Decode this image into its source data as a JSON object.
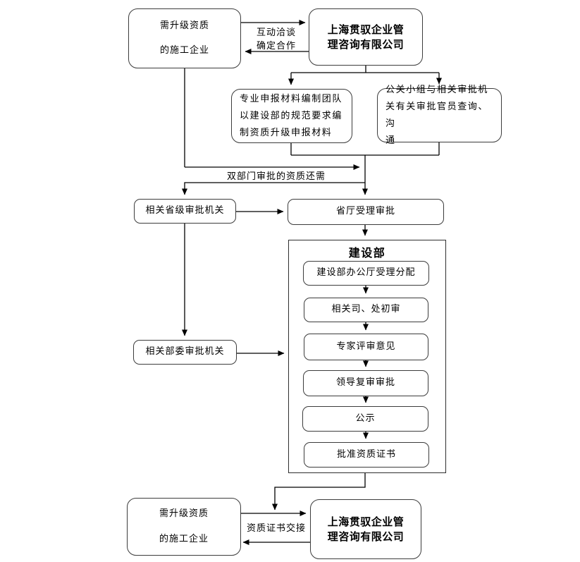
{
  "diagram": {
    "colors": {
      "background": "#ffffff",
      "line": "#000000",
      "box_border": "#3c3c3c",
      "box_fill": "#ffffff",
      "text": "#000000"
    },
    "nodes": {
      "construction_company_top": {
        "lines": [
          "需升级资质",
          "的施工企业"
        ]
      },
      "consulting_company_top": {
        "lines": [
          "上海贯驭企业管",
          "理咨询有限公司"
        ]
      },
      "materials_team": {
        "lines": [
          "专业申报材料编制团队",
          "以建设部的规范要求编",
          "制资质升级申报材料"
        ]
      },
      "pr_team": {
        "lines": [
          "公关小组与相关审批机",
          "关有关审批官员查询、沟",
          "通"
        ]
      },
      "provincial_authority": {
        "label": "相关省级审批机关"
      },
      "provincial_hall": {
        "label": "省厅受理审批"
      },
      "ministry_authority": {
        "label": "相关部委审批机关"
      },
      "ministry": {
        "title": "建设部",
        "steps": [
          "建设部办公厅受理分配",
          "相关司、处初审",
          "专家评审意见",
          "领导复审审批",
          "公示",
          "批准资质证书"
        ]
      },
      "construction_company_bottom": {
        "lines": [
          "需升级资质",
          "的施工企业"
        ]
      },
      "consulting_company_bottom": {
        "lines": [
          "上海贯驭企业管",
          "理咨询有限公司"
        ]
      }
    },
    "edge_labels": {
      "negotiate_line1": "互动洽谈",
      "negotiate_line2": "确定合作",
      "dual_department": "双部门审批的资质还需",
      "certificate_handover": "资质证书交接"
    }
  }
}
